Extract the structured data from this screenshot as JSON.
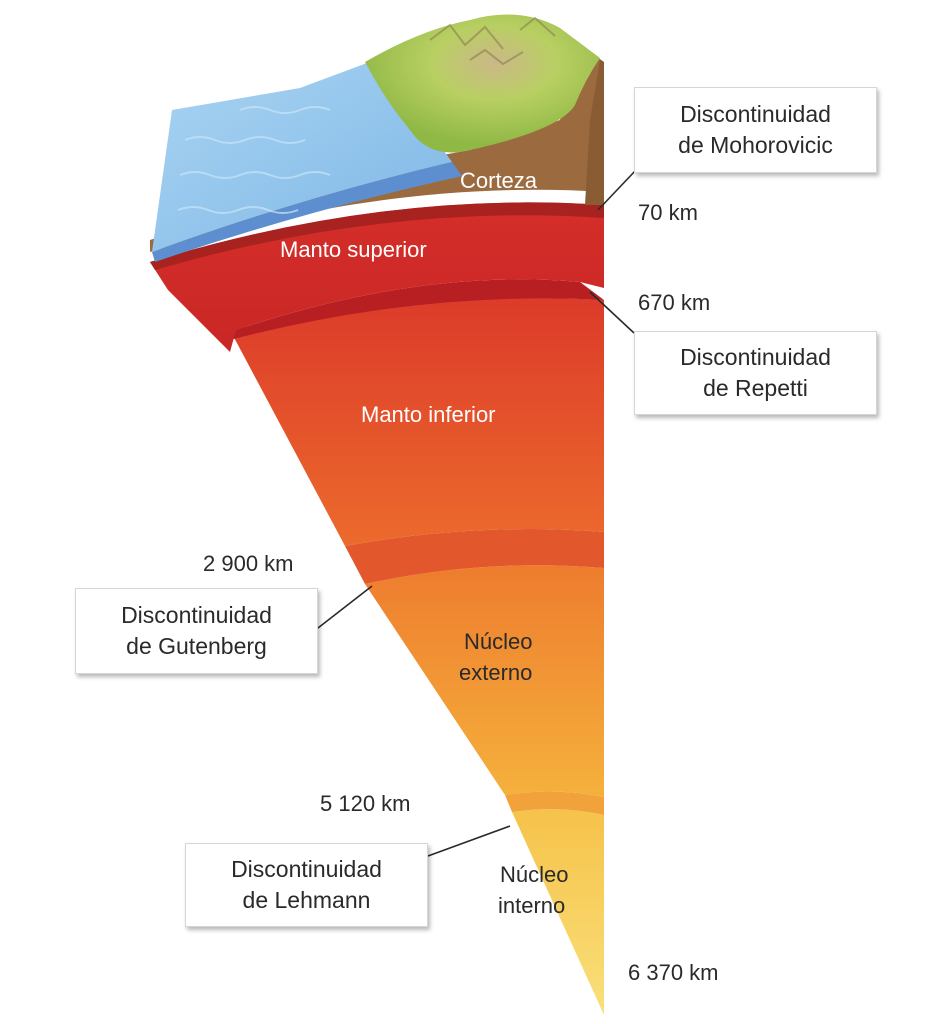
{
  "layers": {
    "corteza": "Corteza",
    "manto_superior": "Manto superior",
    "manto_inferior": "Manto inferior",
    "nucleo_externo_1": "Núcleo",
    "nucleo_externo_2": "externo",
    "nucleo_interno_1": "Núcleo",
    "nucleo_interno_2": "interno"
  },
  "depths": {
    "moho": "70 km",
    "repetti": "670 km",
    "gutenberg": "2 900 km",
    "lehmann": "5 120 km",
    "centro": "6 370 km"
  },
  "discontinuities": {
    "mohorovicic": {
      "line1": "Discontinuidad",
      "line2": "de Mohorovicic"
    },
    "repetti": {
      "line1": "Discontinuidad",
      "line2": "de Repetti"
    },
    "gutenberg": {
      "line1": "Discontinuidad",
      "line2": "de Gutenberg"
    },
    "lehmann": {
      "line1": "Discontinuidad",
      "line2": "de Lehmann"
    }
  },
  "colors": {
    "ocean": "#8ec3ea",
    "crust": "#9a6a3e",
    "land": "#a7c955",
    "upper_mantle": "#d8302b",
    "lower_mantle": "#e8502a",
    "outer_core": "#f29a33",
    "inner_core": "#f7d254"
  }
}
